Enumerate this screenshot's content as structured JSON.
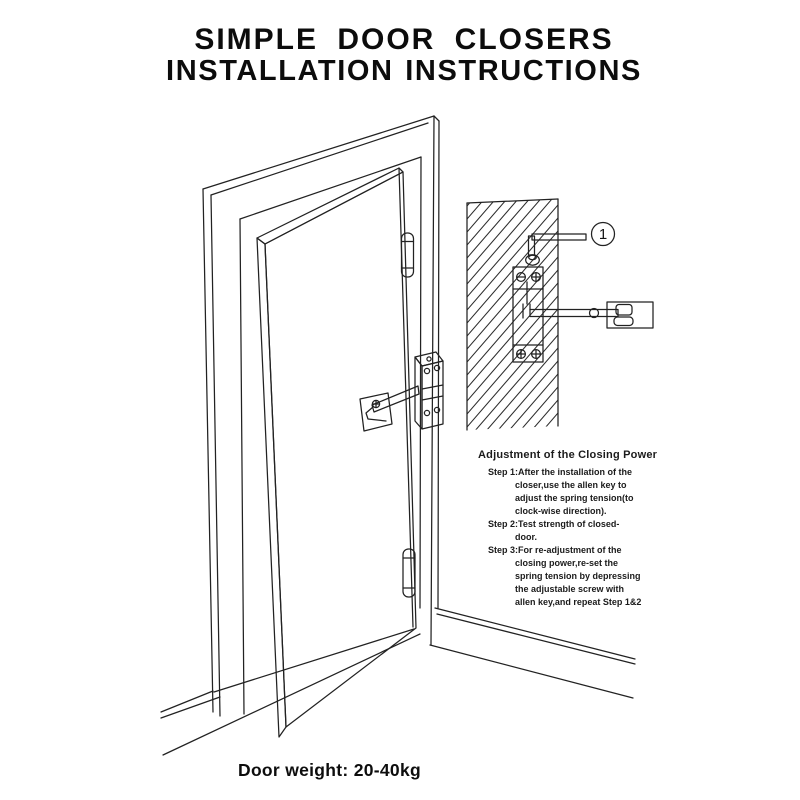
{
  "page": {
    "background": "#ffffff",
    "ink": "#1a1a1a"
  },
  "title": {
    "line1": "SIMPLE DOOR CLOSERS",
    "line2": "INSTALLATION INSTRUCTIONS"
  },
  "diagram": {
    "callout_label": "1"
  },
  "adjustment": {
    "heading": "Adjustment of the Closing Power",
    "steps": [
      {
        "first": "Step 1:After the installation of the",
        "rest": [
          "closer,use the allen key to",
          "adjust the spring tension(to",
          "clock-wise direction)."
        ]
      },
      {
        "first": "Step 2:Test strength of closed-",
        "rest": [
          "door."
        ]
      },
      {
        "first": "Step 3:For re-adjustment of the",
        "rest": [
          "closing power,re-set the",
          "spring tension by depressing",
          "the adjustable screw with",
          "allen key,and repeat Step 1&2"
        ]
      }
    ]
  },
  "footer": {
    "door_weight": "Door weight: 20-40kg"
  }
}
